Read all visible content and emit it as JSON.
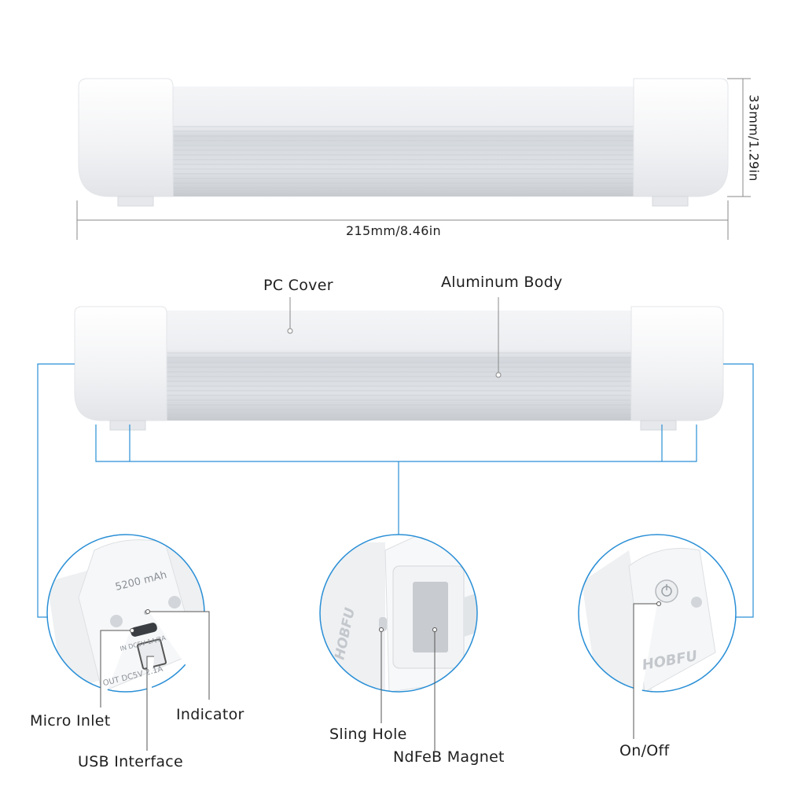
{
  "dimensions": {
    "length": "215mm/8.46in",
    "height": "33mm/1.29in"
  },
  "parts": {
    "pc_cover": "PC Cover",
    "aluminum_body": "Aluminum Body"
  },
  "details": {
    "micro_inlet": "Micro Inlet",
    "usb_interface": "USB Interface",
    "indicator": "Indicator",
    "sling_hole": "Sling Hole",
    "ndfeb_magnet": "NdFeB Magnet",
    "on_off": "On/Off"
  },
  "port_panel": {
    "capacity": "5200 mAh",
    "input_rating": "IN DC5V 1A/2A",
    "output_rating": "OUT DC5V 2.1A"
  },
  "brand": "HOBFU",
  "colors": {
    "accent_line": "#2a8fd6",
    "housing": "#f2f3f5",
    "aluminum": "#d9dde2"
  }
}
